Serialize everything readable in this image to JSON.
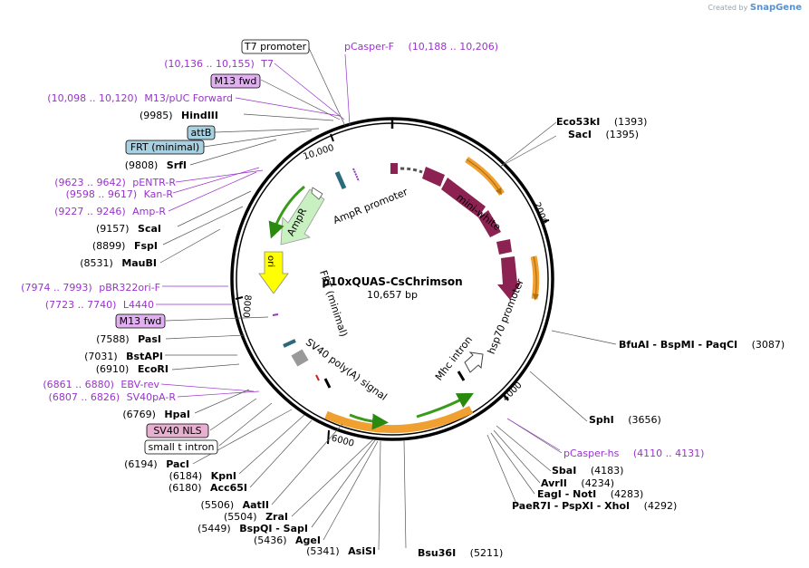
{
  "brand": {
    "prefix": "Created by",
    "name": "SnapGene"
  },
  "plasmid": {
    "name": "p10xQUAS-CsChrimson",
    "size": "10,657 bp",
    "length": 10657
  },
  "colors": {
    "enzyme": "#000000",
    "primer": "#9933cc",
    "backbone": "#000000",
    "gene_maroon": "#8b2252",
    "orange": "#f0a030",
    "green": "#3a9a1a",
    "light_green": "#c8f0c0",
    "yellow": "#ffff00",
    "teal": "#2a6a7a",
    "grey": "#999999",
    "attb_fill": "#a8d0e0",
    "m13_fill": "#e0b0f0",
    "sv40nls_fill": "#e8b0d0"
  },
  "ticks": [
    {
      "pos": 2000,
      "label": "2000"
    },
    {
      "pos": 4000,
      "label": "4000"
    },
    {
      "pos": 6000,
      "label": "6000"
    },
    {
      "pos": 8000,
      "label": "8000"
    },
    {
      "pos": 10000,
      "label": "10,000"
    }
  ],
  "features": [
    {
      "name": "mini-white",
      "label": "mini-white"
    },
    {
      "name": "hsp70-promoter",
      "label": "hsp70 promoter"
    },
    {
      "name": "mhc-intron",
      "label": "Mhc intron"
    },
    {
      "name": "sv40-polya-signal",
      "label": "SV40 poly(A) signal"
    },
    {
      "name": "frt-minimal",
      "label": "FRT (minimal)"
    },
    {
      "name": "ori",
      "label": "ori"
    },
    {
      "name": "ampr",
      "label": "AmpR"
    },
    {
      "name": "ampr-promoter",
      "label": "AmpR promoter"
    }
  ],
  "right_labels": [
    {
      "pos": "(1393)",
      "name": "Eco53kI",
      "kind": "enzyme"
    },
    {
      "pos": "(1395)",
      "name": "SacI",
      "kind": "enzyme"
    },
    {
      "text": "BfuAI  -  BspMI  -  PaqCI",
      "pos": "(3087)",
      "kind": "enzyme"
    },
    {
      "name": "SphI",
      "pos": "(3656)",
      "kind": "enzyme"
    },
    {
      "name": "pCasper-hs",
      "pos": "(4110 .. 4131)",
      "kind": "primer"
    },
    {
      "name": "SbaI",
      "pos": "(4183)",
      "kind": "enzyme"
    },
    {
      "name": "AvrII",
      "pos": "(4234)",
      "kind": "enzyme"
    },
    {
      "text": "EagI  -  NotI",
      "pos": "(4283)",
      "kind": "enzyme"
    },
    {
      "text": "PaeR7I  -  PspXI  -  XhoI",
      "pos": "(4292)",
      "kind": "enzyme"
    },
    {
      "name": "Bsu36I",
      "pos": "(5211)",
      "kind": "enzyme"
    }
  ],
  "left_labels": [
    {
      "text": "T7 promoter",
      "kind": "boxed"
    },
    {
      "name": "pCasper-F",
      "pos": "(10,188 .. 10,206)",
      "kind": "primer"
    },
    {
      "pos": "(10,136 .. 10,155)",
      "name": "T7",
      "kind": "primer"
    },
    {
      "text": "M13 fwd",
      "kind": "boxed-primer"
    },
    {
      "pos": "(10,098 .. 10,120)",
      "name": "M13/pUC Forward",
      "kind": "primer"
    },
    {
      "pos": "(9985)",
      "name": "HindIII",
      "kind": "enzyme"
    },
    {
      "text": "attB",
      "kind": "boxed-attb"
    },
    {
      "text": "FRT (minimal)",
      "kind": "boxed-attb"
    },
    {
      "pos": "(9808)",
      "name": "SrfI",
      "kind": "enzyme"
    },
    {
      "pos": "(9623 .. 9642)",
      "name": "pENTR-R",
      "kind": "primer"
    },
    {
      "pos": "(9598 .. 9617)",
      "name": "Kan-R",
      "kind": "primer"
    },
    {
      "pos": "(9227 .. 9246)",
      "name": "Amp-R",
      "kind": "primer"
    },
    {
      "pos": "(9157)",
      "name": "ScaI",
      "kind": "enzyme"
    },
    {
      "pos": "(8899)",
      "name": "FspI",
      "kind": "enzyme"
    },
    {
      "pos": "(8531)",
      "name": "MauBI",
      "kind": "enzyme"
    },
    {
      "pos": "(7974 .. 7993)",
      "name": "pBR322ori-F",
      "kind": "primer"
    },
    {
      "pos": "(7723 .. 7740)",
      "name": "L4440",
      "kind": "primer"
    },
    {
      "text": "M13 fwd",
      "kind": "boxed-primer"
    },
    {
      "pos": "(7588)",
      "name": "PasI",
      "kind": "enzyme"
    },
    {
      "pos": "(7031)",
      "name": "BstAPI",
      "kind": "enzyme"
    },
    {
      "pos": "(6910)",
      "name": "EcoRI",
      "kind": "enzyme"
    },
    {
      "pos": "(6861 .. 6880)",
      "name": "EBV-rev",
      "kind": "primer"
    },
    {
      "pos": "(6807 .. 6826)",
      "name": "SV40pA-R",
      "kind": "primer"
    },
    {
      "pos": "(6769)",
      "name": "HpaI",
      "kind": "enzyme"
    },
    {
      "text": "SV40 NLS",
      "kind": "boxed-nls"
    },
    {
      "text": "small t intron",
      "kind": "boxed"
    },
    {
      "pos": "(6194)",
      "name": "PacI",
      "kind": "enzyme"
    },
    {
      "pos": "(6184)",
      "name": "KpnI",
      "kind": "enzyme"
    },
    {
      "pos": "(6180)",
      "name": "Acc65I",
      "kind": "enzyme"
    },
    {
      "pos": "(5506)",
      "name": "AatII",
      "kind": "enzyme"
    },
    {
      "pos": "(5504)",
      "name": "ZraI",
      "kind": "enzyme"
    },
    {
      "pos": "(5449)",
      "text": "BspQI  -  SapI",
      "kind": "enzyme"
    },
    {
      "pos": "(5436)",
      "name": "AgeI",
      "kind": "enzyme"
    },
    {
      "pos": "(5341)",
      "name": "AsiSI",
      "kind": "enzyme"
    }
  ]
}
